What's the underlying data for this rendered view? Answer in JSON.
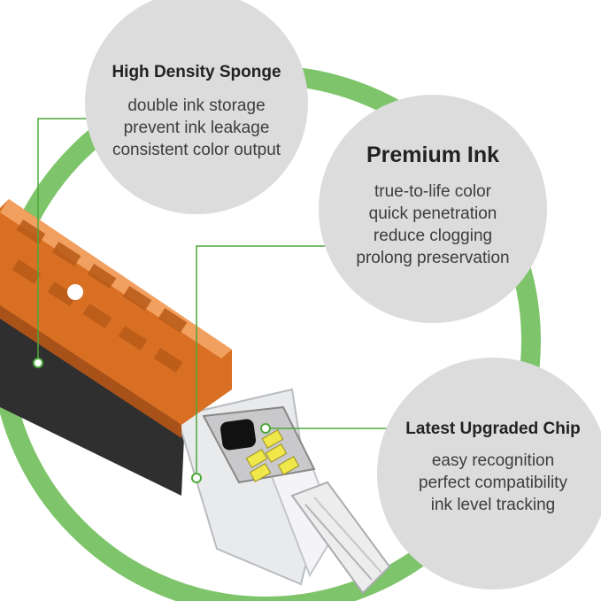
{
  "colors": {
    "ring": "#7dc46a",
    "bubble": "#dcdcdc",
    "sponge_frame": "#e07a2e",
    "chip_contacts": "#f0e84a",
    "callout_line": "#4ea83a"
  },
  "features": [
    {
      "title": "High Density Sponge",
      "lines": [
        "double ink storage",
        "prevent ink leakage",
        "consistent color output"
      ]
    },
    {
      "title": "Premium Ink",
      "lines": [
        "true-to-life color",
        "quick penetration",
        "reduce clogging",
        "prolong preservation"
      ]
    },
    {
      "title": "Latest Upgraded Chip",
      "lines": [
        "easy recognition",
        "perfect compatibility",
        "ink level tracking"
      ]
    }
  ]
}
